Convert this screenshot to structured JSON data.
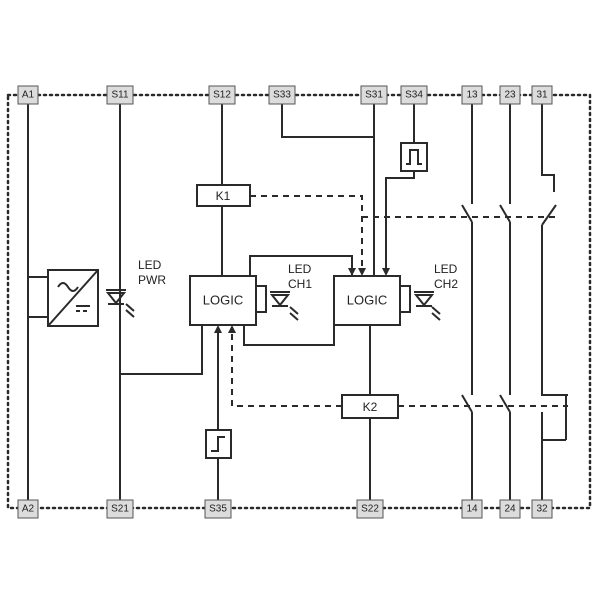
{
  "terminals_top": [
    "A1",
    "S11",
    "S12",
    "S33",
    "S31",
    "S34",
    "13",
    "23",
    "31"
  ],
  "terminals_bottom": [
    "A2",
    "S21",
    "S35",
    "S22",
    "14",
    "24",
    "32"
  ],
  "relays": {
    "k1": "K1",
    "k2": "K2"
  },
  "logic": {
    "left": "LOGIC",
    "right": "LOGIC"
  },
  "leds": {
    "pwr": [
      "LED",
      "PWR"
    ],
    "ch1": [
      "LED",
      "CH1"
    ],
    "ch2": [
      "LED",
      "CH2"
    ]
  }
}
